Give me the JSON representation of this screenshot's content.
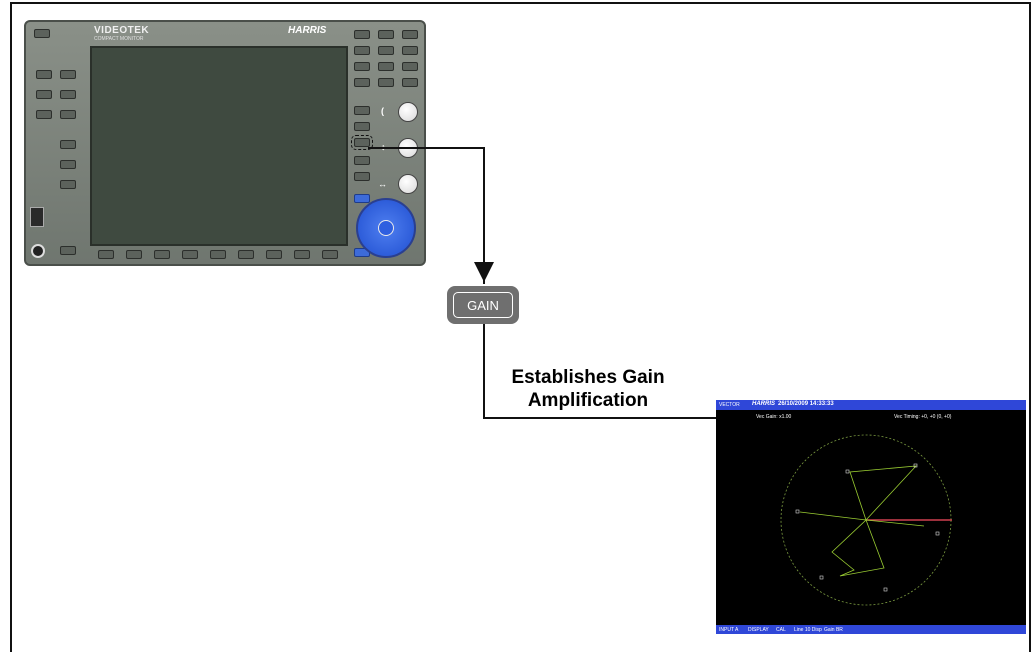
{
  "device": {
    "brand": "VIDEOTEK",
    "subtitle": "COMPACT MONITOR",
    "logo": "HARRIS"
  },
  "gain_key": {
    "label": "GAIN"
  },
  "caption": {
    "line1": "Establishes Gain",
    "line2": "Amplification"
  },
  "scope": {
    "mode_label": "VECTOR",
    "logo": "HARRIS",
    "datetime": "26/10/2009 14:33:33",
    "gain_readout": "Vec Gain: x1.00",
    "offset_readout": "Vec Timing: +0, +0 (0, +0)",
    "bottom_labels": [
      "INPUT A",
      "DISPLAY",
      "CAL",
      "Line 10 Disp",
      "Gain BR"
    ]
  },
  "colors": {
    "device_body": "#7c837c",
    "device_screen": "#3f4a40",
    "nav_blue": "#2f5fe0",
    "scope_bar": "#2f47d8",
    "scope_trace": "#9acd32",
    "scope_vector": "#d04050"
  }
}
